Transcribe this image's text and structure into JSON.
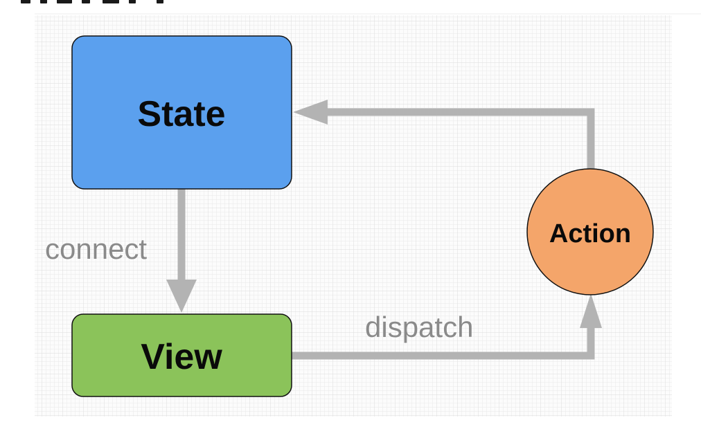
{
  "nodes": {
    "state": {
      "label": "State",
      "color": "#5ba0ee"
    },
    "view": {
      "label": "View",
      "color": "#8bc35a"
    },
    "action": {
      "label": "Action",
      "color": "#f4a56a"
    }
  },
  "edges": {
    "connect": {
      "label": "connect"
    },
    "dispatch": {
      "label": "dispatch"
    }
  },
  "colors": {
    "arrow": "#b3b3b3",
    "grid_minor": "#e9e9e9",
    "grid_major": "#dcdcdc",
    "canvas": "#fcfcfc",
    "stroke": "#111111"
  }
}
